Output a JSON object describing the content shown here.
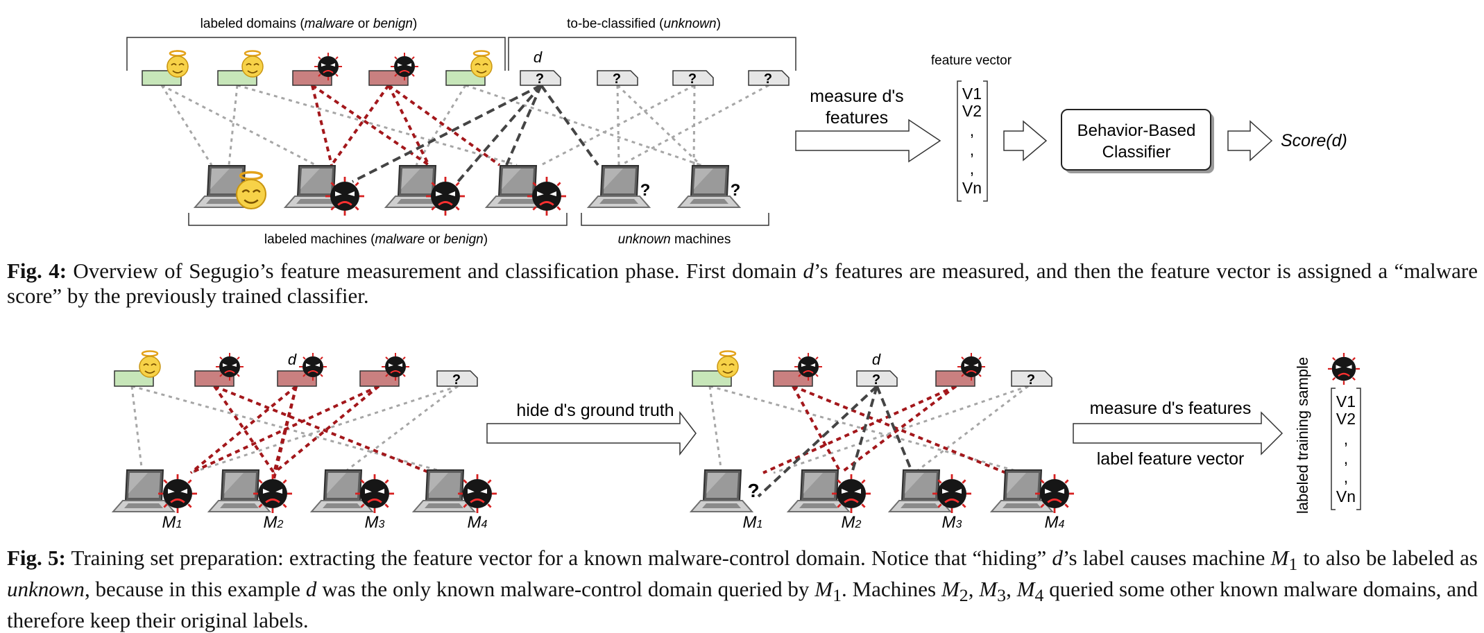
{
  "fig4": {
    "labeled_domains_header": {
      "pre": "labeled domains (",
      "malware": "malware",
      "or": " or ",
      "benign": "benign",
      "post": ")"
    },
    "to_be_classified_header": {
      "pre": "to-be-classified (",
      "unknown": "unknown",
      "post": ")"
    },
    "labeled_machines_footer": {
      "pre": "labeled machines (",
      "malware": "malware",
      "or": " or ",
      "benign": "benign",
      "post": ")"
    },
    "unknown_machines_footer": {
      "unknown": "unknown",
      "post": " machines"
    },
    "domain_d_label": "d",
    "unknown_mark": "?",
    "measure_line1": "measure d's",
    "measure_line2": "features",
    "feature_vector_title": "feature vector",
    "vector_entries": [
      "V1",
      "V2",
      ",",
      ",",
      ",",
      "Vn"
    ],
    "classifier_line1": "Behavior-Based",
    "classifier_line2": "Classifier",
    "score_label": "Score(d)",
    "caption": {
      "label": "Fig. 4:",
      "text_a": " Overview of Segugio’s feature measurement and classification phase. First domain ",
      "d": "d",
      "text_b": "’s features are measured, and then the feature vector is assigned a “malware score” by the previously trained classifier."
    }
  },
  "fig5": {
    "domain_d_label": "d",
    "unknown_mark": "?",
    "machine_labels": [
      "M",
      "M",
      "M",
      "M"
    ],
    "machine_subscripts": [
      "1",
      "2",
      "3",
      "4"
    ],
    "hide_label": "hide d's ground truth",
    "measure_label": "measure d's features",
    "label_vector_label": "label feature vector",
    "training_sample_label": "labeled training sample",
    "vector_entries": [
      "V1",
      "V2",
      ",",
      ",",
      ",",
      "Vn"
    ],
    "caption": {
      "label": "Fig. 5:",
      "line1_a": " Training set preparation: extracting the feature vector for a known malware-control domain. Notice that “hiding” ",
      "d1": "d",
      "line1_b": "’s label causes machine ",
      "m1a": "M",
      "m1a_sub": "1",
      "line1_c": " to also be labeled as ",
      "unknown": "unknown",
      "line1_d": ", because in this example ",
      "d2": "d",
      "line1_e": " was the only known malware-control domain queried by ",
      "m1b": "M",
      "m1b_sub": "1",
      "line1_f": ". Machines ",
      "m2": "M",
      "m2_sub": "2",
      "sep1": ", ",
      "m3": "M",
      "m3_sub": "3",
      "sep2": ", ",
      "m4": "M",
      "m4_sub": "4",
      "line1_g": " queried some other known malware domains, and therefore keep their original labels."
    }
  },
  "colors": {
    "benign_domain": "#c7e6b9",
    "malware_domain": "#c98080",
    "unknown_domain": "#e6e6e6",
    "malware_edge": "#a3171b",
    "benign_edge": "#a6a6a6",
    "unknown_edge": "#444444",
    "angel_face": "#f7d248",
    "bug_face": "#1a1a1a"
  }
}
